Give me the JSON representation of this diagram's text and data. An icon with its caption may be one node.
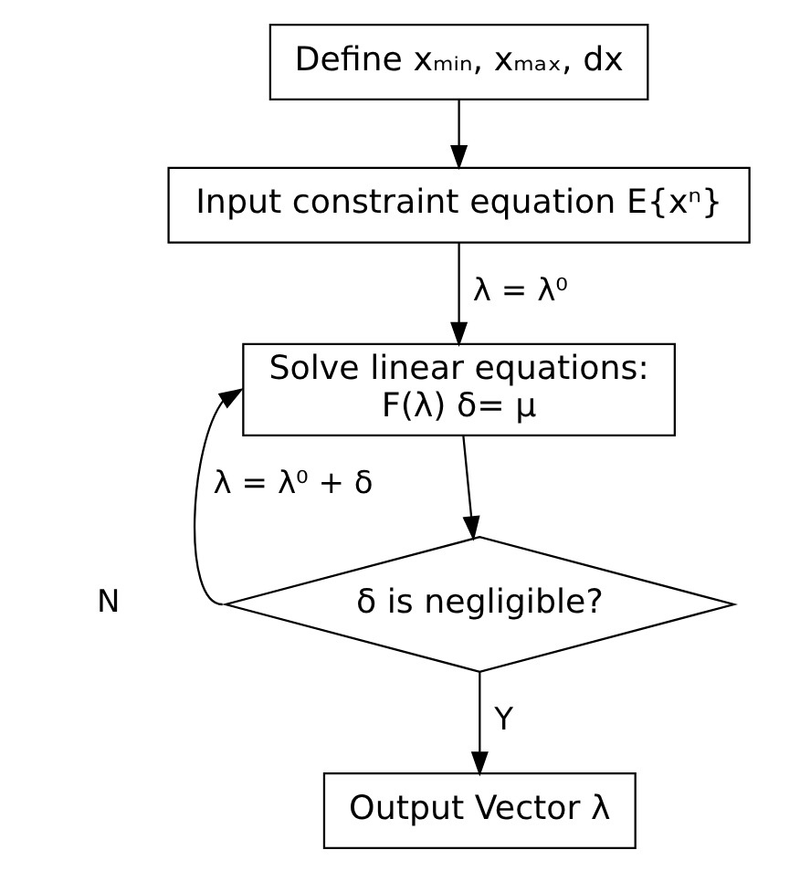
{
  "diagram": {
    "nodes": [
      {
        "text": [
          "Define xₘᵢₙ, xₘₐₓ, dx"
        ]
      },
      {
        "text": [
          "Input constraint equation E{xⁿ}"
        ]
      },
      {
        "text": [
          "Solve linear equations: F(λ) δ= μ"
        ]
      },
      {
        "text": [
          "δ is negligible?"
        ]
      },
      {
        "text": [
          "Output Vector λ"
        ]
      }
    ],
    "edges": [
      {
        "from": 0,
        "to": 1,
        "arrow": "to"
      },
      {
        "from": 1,
        "to": 2,
        "arrow": "to",
        "label": "λ = λ⁰"
      },
      {
        "from": 2,
        "to": 3,
        "arrow": "to"
      },
      {
        "from": 3,
        "to": 2,
        "arrow": "to",
        "label": "λ = λ⁰ + δ"
      },
      {
        "from": 3,
        "to": 4,
        "arrow": "to",
        "label": "Y"
      }
    ],
    "labels": [
      "N"
    ]
  }
}
